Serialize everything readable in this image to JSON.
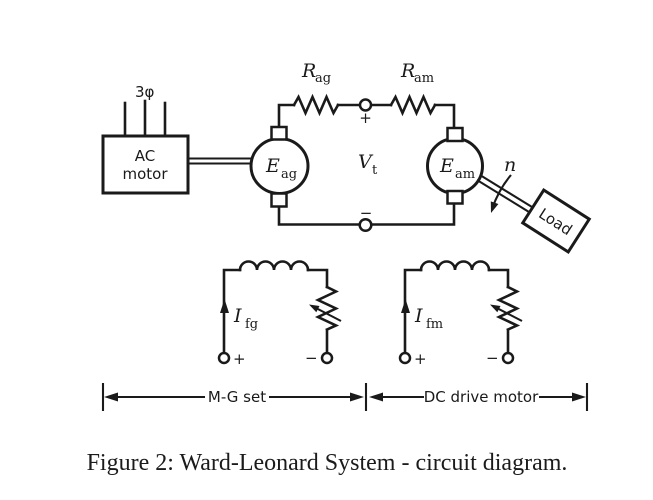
{
  "colors": {
    "ink": "#1a1a1a",
    "paper": "#ffffff"
  },
  "diagram": {
    "phase_label": "3φ",
    "ac_motor": {
      "line1": "AC",
      "line2": "motor"
    },
    "resistor_gen": {
      "base": "R",
      "sub": "ag"
    },
    "resistor_mot": {
      "base": "R",
      "sub": "am"
    },
    "gen": {
      "base": "E",
      "sub": "ag"
    },
    "mot": {
      "base": "E",
      "sub": "am"
    },
    "terminal_voltage": {
      "base": "V",
      "sub": "t",
      "plus": "+",
      "minus": "−"
    },
    "speed_label": "n",
    "load_label": "Load",
    "field_gen": {
      "base": "I",
      "sub": "fg",
      "plus": "+",
      "minus": "−"
    },
    "field_mot": {
      "base": "I",
      "sub": "fm",
      "plus": "+",
      "minus": "−"
    },
    "span_left": "M-G set",
    "span_right": "DC drive motor"
  },
  "caption": "Figure 2: Ward-Leonard System - circuit diagram."
}
